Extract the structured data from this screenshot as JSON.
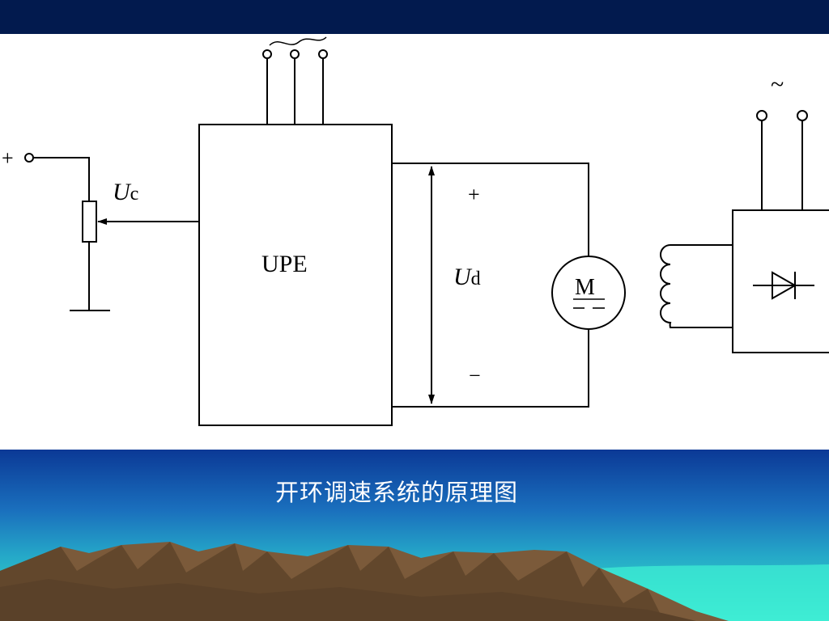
{
  "diagram": {
    "ac_symbol_left": "~",
    "ac_symbol_right": "~",
    "plus_terminal": "+",
    "uc_main": "U",
    "uc_sub": "c",
    "upe_label": "UPE",
    "plus_sign": "+",
    "minus_sign": "−",
    "ud_main": "U",
    "ud_sub": "d",
    "motor_label": "M"
  },
  "caption": "开环调速系统的原理图",
  "colors": {
    "top_band": "#021a4e",
    "mountains": "#7b5a3a"
  }
}
